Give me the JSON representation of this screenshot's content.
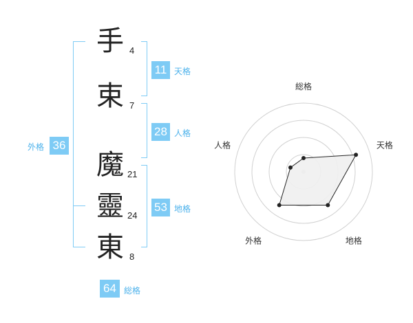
{
  "name_chars": [
    {
      "char": "手",
      "strokes": "4"
    },
    {
      "char": "束",
      "strokes": "7"
    },
    {
      "char": "魔",
      "strokes": "21"
    },
    {
      "char": "靈",
      "strokes": "24"
    },
    {
      "char": "東",
      "strokes": "8"
    }
  ],
  "fortune": {
    "ten": {
      "value": "11",
      "label": "天格"
    },
    "jin": {
      "value": "28",
      "label": "人格"
    },
    "chi": {
      "value": "53",
      "label": "地格"
    },
    "gai": {
      "value": "36",
      "label": "外格"
    },
    "sou": {
      "value": "64",
      "label": "総格"
    }
  },
  "colors": {
    "accent": "#7ecbf5",
    "accent_text": "#4db2eb",
    "radar_fill": "#f0f0f0",
    "radar_line": "#222222"
  },
  "chart_data": {
    "type": "radar",
    "axes": [
      "総格",
      "天格",
      "地格",
      "外格",
      "人格"
    ],
    "values": [
      1,
      4,
      3,
      3,
      1
    ],
    "scale_max": 5,
    "rings": 4,
    "grid": true
  }
}
